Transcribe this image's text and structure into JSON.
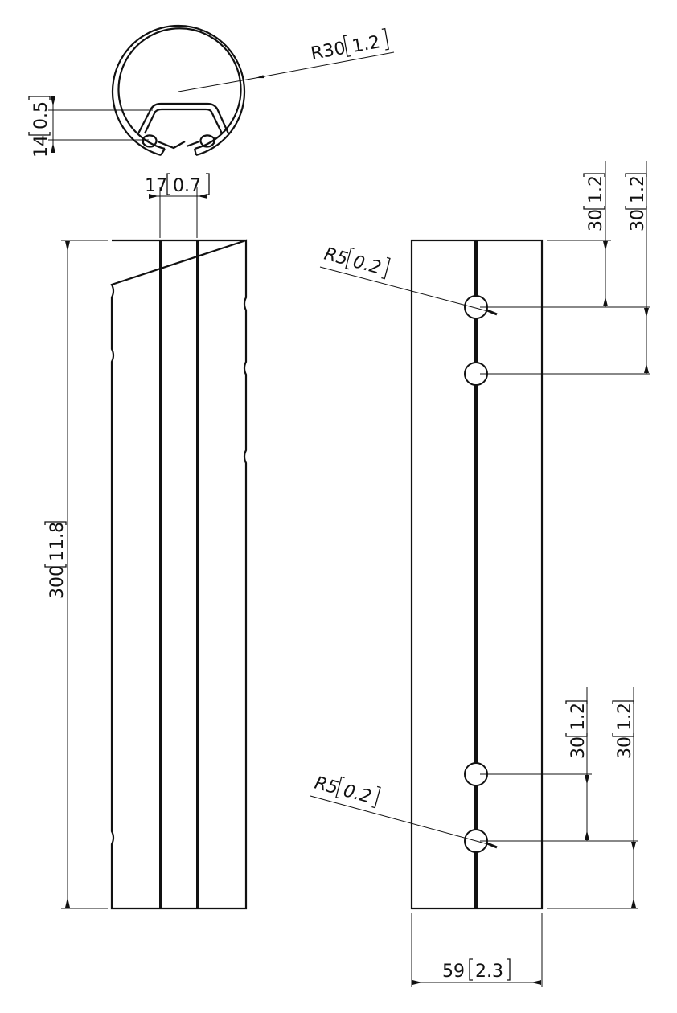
{
  "drawing": {
    "colors": {
      "line": "#111111",
      "background": "#ffffff"
    },
    "section_view": {
      "radius_label": {
        "value": "R30",
        "imperial": "1.2"
      },
      "height_label": {
        "value": "14",
        "imperial": "0.5"
      },
      "slot_width_label": {
        "value": "17",
        "imperial": "0.7"
      }
    },
    "front_view": {
      "length_label": {
        "value": "300",
        "imperial": "11.8"
      }
    },
    "side_view": {
      "top_hole_radius_label": {
        "value": "R5",
        "imperial": "0.2"
      },
      "bottom_hole_radius_label": {
        "value": "R5",
        "imperial": "0.2"
      },
      "top_offset_label": {
        "value": "30",
        "imperial": "1.2"
      },
      "top_spacing_label": {
        "value": "30",
        "imperial": "1.2"
      },
      "bottom_spacing_label": {
        "value": "30",
        "imperial": "1.2"
      },
      "bottom_offset_label": {
        "value": "30",
        "imperial": "1.2"
      },
      "width_label": {
        "value": "59",
        "imperial": "2.3"
      }
    }
  }
}
